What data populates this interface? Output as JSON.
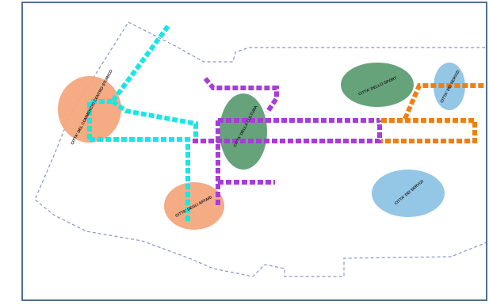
{
  "map": {
    "colors": {
      "frame": "#4f6f93",
      "boundary": "#8a94c8",
      "route_cyan": "#19e6e6",
      "route_purple": "#a73cd8",
      "route_orange": "#f07f12",
      "zone_orange": "#f4a77c",
      "zone_green": "#5e9e74",
      "zone_blue": "#8ec4e4"
    },
    "zones": [
      {
        "id": "orange-west",
        "label": "CITTA' DEL COMMERCIO CENTRO STORICO",
        "fill": "zone_orange"
      },
      {
        "id": "green-central",
        "label": "CITTA' DELLA CULTURA",
        "fill": "zone_green"
      },
      {
        "id": "orange-south",
        "label": "CITTA' DEGLI AFFARI",
        "fill": "zone_orange"
      },
      {
        "id": "green-east",
        "label": "CITTA' DELLO SPORT",
        "fill": "zone_green"
      },
      {
        "id": "blue-east",
        "label": "CITTA' DEI SERVIZI",
        "fill": "zone_blue"
      },
      {
        "id": "blue-southeast",
        "label": "CITTA' DEI SERVIZI",
        "fill": "zone_blue"
      }
    ],
    "routes": [
      {
        "id": "cyan",
        "color": "route_cyan"
      },
      {
        "id": "purple",
        "color": "route_purple"
      },
      {
        "id": "orange",
        "color": "route_orange"
      }
    ]
  }
}
